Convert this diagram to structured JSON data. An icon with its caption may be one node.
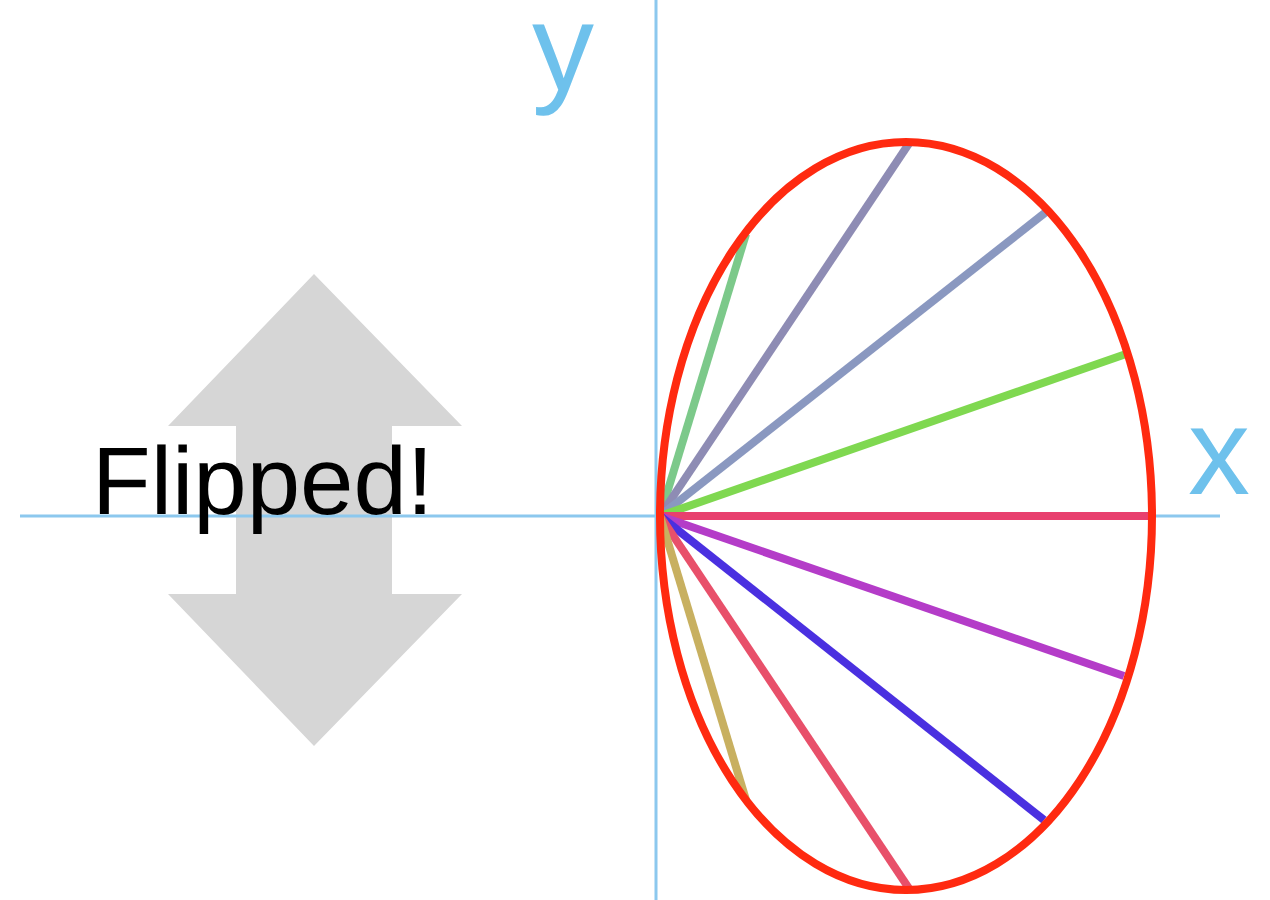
{
  "diagram": {
    "labels": [
      "y",
      "x",
      "Flipped!"
    ]
  }
}
